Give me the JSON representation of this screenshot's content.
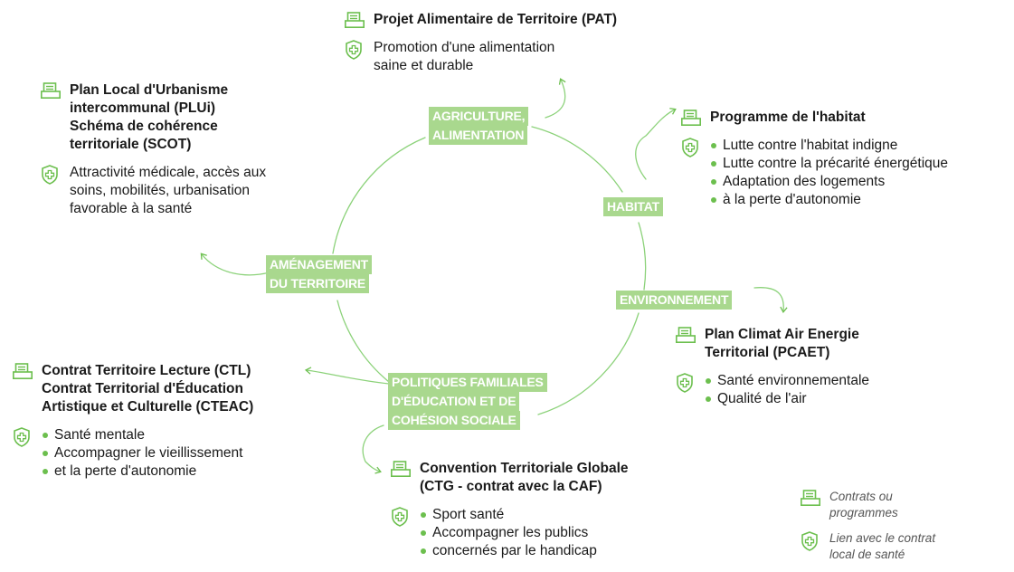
{
  "colors": {
    "accent": "#6cbf4e",
    "theme_bg": "#a9d88e",
    "text": "#1a1a1a"
  },
  "themes": {
    "agriculture": [
      "AGRICULTURE,",
      "ALIMENTATION"
    ],
    "habitat": [
      "HABITAT"
    ],
    "environnement": [
      "ENVIRONNEMENT"
    ],
    "politiques": [
      "POLITIQUES FAMILIALES",
      "D'ÉDUCATION ET DE",
      "COHÉSION SOCIALE"
    ],
    "amenagement": [
      "AMÉNAGEMENT",
      "DU TERRITOIRE"
    ]
  },
  "blocks": {
    "pat": {
      "title": [
        "Projet Alimentaire de Territoire (PAT)"
      ],
      "health": [
        "Promotion d'une alimentation",
        "saine et durable"
      ]
    },
    "plui": {
      "title": [
        "Plan Local d'Urbanisme",
        "intercommunal (PLUi)",
        "Schéma de cohérence",
        "territoriale (SCOT)"
      ],
      "health": [
        "Attractivité médicale, accès aux",
        "soins, mobilités, urbanisation",
        "favorable à la santé"
      ]
    },
    "habitat": {
      "title": [
        "Programme de l'habitat"
      ],
      "bullets": [
        "Lutte contre l'habitat indigne",
        "Lutte contre la précarité énergétique",
        "Adaptation des logements",
        "à la perte d'autonomie"
      ]
    },
    "pcaet": {
      "title": [
        "Plan Climat Air Energie",
        "Territorial (PCAET)"
      ],
      "bullets": [
        "Santé environnementale",
        "Qualité de l'air"
      ]
    },
    "ctl": {
      "title": [
        "Contrat Territoire Lecture (CTL)",
        "Contrat Territorial d'Éducation",
        "Artistique et Culturelle (CTEAC)"
      ],
      "bullets": [
        "Santé mentale",
        "Accompagner le vieillissement",
        "et la perte d'autonomie"
      ]
    },
    "ctg": {
      "title": [
        "Convention Territoriale Globale",
        "(CTG - contrat avec la CAF)"
      ],
      "bullets": [
        "Sport santé",
        "Accompagner les publics",
        "concernés par le handicap"
      ]
    }
  },
  "legend": {
    "contracts": [
      "Contrats ou",
      "programmes"
    ],
    "health_link": [
      "Lien avec le contrat",
      "local de santé"
    ]
  },
  "icons": {
    "document": "document-icon",
    "health": "health-shield-icon"
  }
}
